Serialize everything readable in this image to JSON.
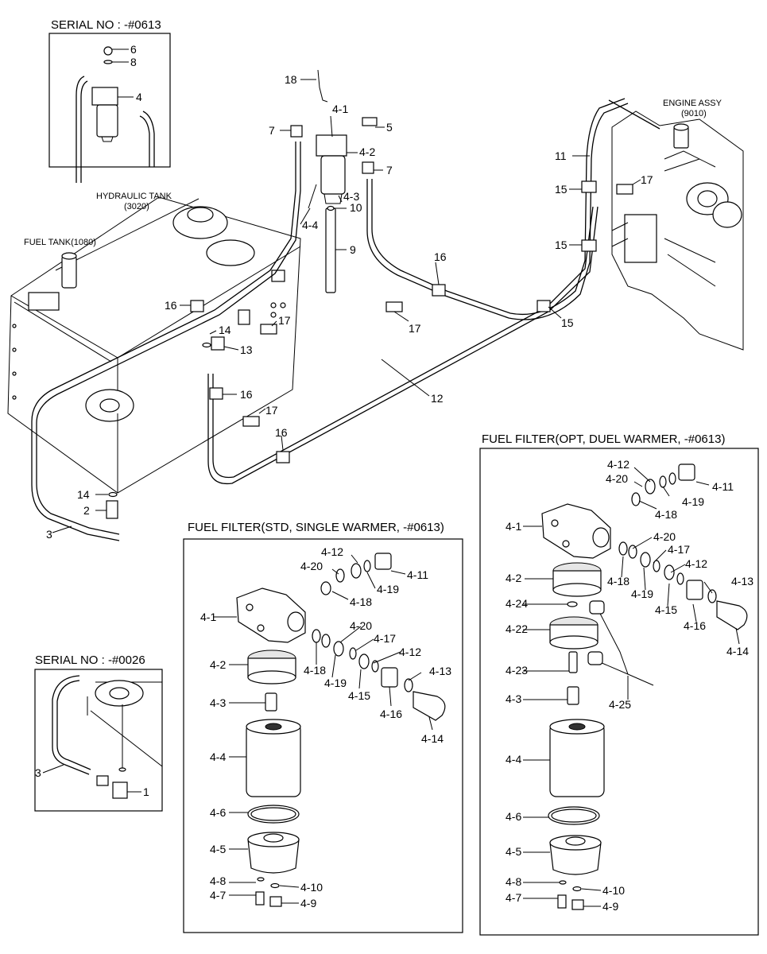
{
  "captions": {
    "serial_top": "SERIAL NO : -#0613",
    "serial_bottom": "SERIAL NO : -#0026",
    "hydraulic_tank": "HYDRAULIC TANK",
    "hydraulic_tank_no": "(3020)",
    "fuel_tank": "FUEL TANK(1080)",
    "engine_assy": "ENGINE ASSY",
    "engine_assy_no": "(9010)",
    "filter_std": "FUEL FILTER(STD, SINGLE WARMER, -#0613)",
    "filter_opt": "FUEL FILTER(OPT, DUEL WARMER, -#0613)"
  },
  "inset_top_labels": [
    "6",
    "8",
    "4"
  ],
  "main_labels": [
    "18",
    "4-1",
    "7",
    "5",
    "4-2",
    "7",
    "4-3",
    "10",
    "4-4",
    "9",
    "11",
    "15",
    "17",
    "15",
    "16",
    "16",
    "17",
    "17",
    "14",
    "13",
    "15",
    "16",
    "12",
    "17",
    "16",
    "14",
    "2",
    "3"
  ],
  "inset_bottom_labels": [
    "3",
    "1"
  ],
  "std_labels": [
    "4-12",
    "4-20",
    "4-11",
    "4-19",
    "4-18",
    "4-1",
    "4-20",
    "4-17",
    "4-12",
    "4-13",
    "4-2",
    "4-18",
    "4-19",
    "4-15",
    "4-16",
    "4-14",
    "4-3",
    "4-4",
    "4-6",
    "4-5",
    "4-8",
    "4-10",
    "4-7",
    "4-9"
  ],
  "opt_labels": [
    "4-12",
    "4-20",
    "4-11",
    "4-19",
    "4-18",
    "4-1",
    "4-20",
    "4-17",
    "4-18",
    "4-19",
    "4-12",
    "4-2",
    "4-15",
    "4-16",
    "4-13",
    "4-24",
    "4-14",
    "4-22",
    "4-23",
    "4-25",
    "4-3",
    "4-4",
    "4-6",
    "4-5",
    "4-8",
    "4-10",
    "4-7",
    "4-9"
  ]
}
